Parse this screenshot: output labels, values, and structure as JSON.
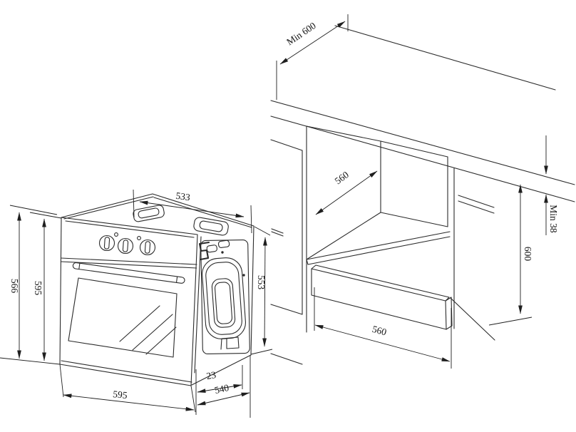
{
  "figure": {
    "type": "technical-drawing",
    "subject": "Built-in oven installation dimensions (mm)"
  },
  "colors": {
    "background": "#ffffff",
    "line": "#2b2b2b",
    "dimension_text": "#141414"
  },
  "oven_view": {
    "dimensions": {
      "top_width": "533",
      "carcass_height": "566",
      "front_height": "595",
      "side_height": "553",
      "front_width": "595",
      "door_thickness": "23",
      "body_depth": "540"
    }
  },
  "cabinet_view": {
    "dimensions": {
      "worktop_depth": "Min 600",
      "niche_depth": "560",
      "worktop_thickness": "Min 38",
      "niche_height": "600",
      "niche_width": "560"
    }
  }
}
